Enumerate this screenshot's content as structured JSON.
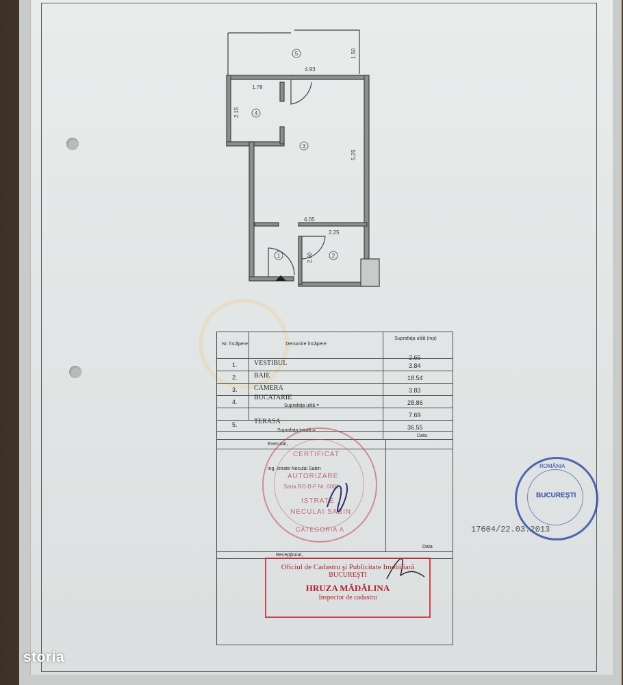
{
  "floorplan": {
    "dims": {
      "d_493": "4.93",
      "d_150": "1.50",
      "d_178": "1.78",
      "d_215": "2.15",
      "d_525": "5.25",
      "d_405": "4.05",
      "d_225": "2.25",
      "d_260": "2.60"
    },
    "rooms": {
      "r1": "1",
      "r2": "2",
      "r3": "3",
      "r4": "4",
      "r5": "5"
    }
  },
  "table": {
    "hdr_nr": "Nr. încăpere",
    "hdr_denumire": "Denumire încăpere",
    "hdr_suprafata": "Suprafaţa utilă (mp)",
    "rows": [
      {
        "nr": "1.",
        "name": "VESTIBUL",
        "area": "2.65"
      },
      {
        "nr": "2.",
        "name": "BAIE",
        "area": "3.84"
      },
      {
        "nr": "3.",
        "name": "CAMERA",
        "area": "18.54"
      },
      {
        "nr": "4.",
        "name": "BUCATARIE",
        "area": "3.83"
      }
    ],
    "util_label": "Suprafaţa utilă =",
    "util_value": "28.86",
    "terasa": {
      "nr": "5.",
      "name": "TERASA",
      "area": "7.69"
    },
    "total_label": "Suprafaţa totală =",
    "total_value": "36.55",
    "executat_label": "Executat,",
    "data_label1": "Data",
    "executant": "ing. Istrate Neculai Sabin",
    "receptionat_label": "Recepţionat,",
    "data_label2": "Data"
  },
  "stamp_red": {
    "line1": "CERTIFICAT",
    "line2": "AUTORIZARE",
    "line3": "Seria RO-B-F Nr. 0081",
    "line4": "ISTRATE",
    "line5": "NECULAI SABIN",
    "line6": "CATEGORIA A"
  },
  "cadastru_stamp": {
    "line1": "Oficiul de Cadastru şi Publicitate Imobiliară",
    "line2": "BUCUREŞTI",
    "line3": "HRUZA MĂDĂLINA",
    "line4": "Inspector de cadastru"
  },
  "blue_stamp": {
    "top": "ROMÂNIA",
    "center": "BUCUREŞTI"
  },
  "registration": "17604/22.03.2013",
  "watermark_brand": "storia",
  "colors": {
    "paper": "#e5e8e8",
    "red_stamp": "#b0202c",
    "blue_stamp": "#2846a0"
  }
}
